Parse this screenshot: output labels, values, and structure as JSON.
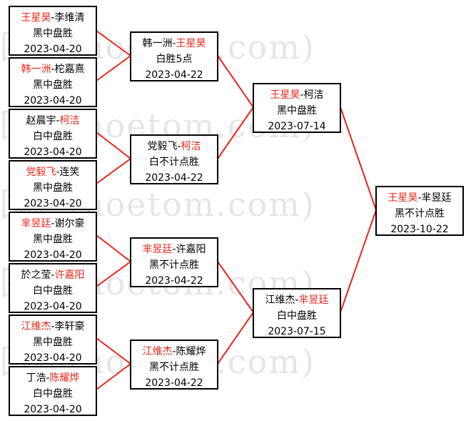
{
  "watermark": "围棋(hoetom.com)",
  "bracket": {
    "round1": [
      {
        "p1": "王星昊",
        "p2": "李维清",
        "winner": 1,
        "result": "黑中盘胜",
        "date": "2023-04-20"
      },
      {
        "p1": "韩一洲",
        "p2": "柁嘉熹",
        "winner": 1,
        "result": "黑中盘胜",
        "date": "2023-04-20"
      },
      {
        "p1": "赵晨宇",
        "p2": "柯洁",
        "winner": 2,
        "result": "白中盘胜",
        "date": "2023-04-20"
      },
      {
        "p1": "党毅飞",
        "p2": "连笑",
        "winner": 1,
        "result": "黑中盘胜",
        "date": "2023-04-20"
      },
      {
        "p1": "芈昱廷",
        "p2": "谢尔豪",
        "winner": 1,
        "result": "黑中盘胜",
        "date": "2023-04-20"
      },
      {
        "p1": "於之莹",
        "p2": "许嘉阳",
        "winner": 2,
        "result": "白中盘胜",
        "date": "2023-04-20"
      },
      {
        "p1": "江维杰",
        "p2": "李轩豪",
        "winner": 1,
        "result": "黑中盘胜",
        "date": "2023-04-20"
      },
      {
        "p1": "丁浩",
        "p2": "陈耀烨",
        "winner": 2,
        "result": "白中盘胜",
        "date": "2023-04-20"
      }
    ],
    "round2": [
      {
        "p1": "韩一洲",
        "p2": "王星昊",
        "winner": 2,
        "result": "白胜5点",
        "date": "2023-04-22"
      },
      {
        "p1": "党毅飞",
        "p2": "柯洁",
        "winner": 2,
        "result": "白不计点胜",
        "date": "2023-04-22"
      },
      {
        "p1": "芈昱廷",
        "p2": "许嘉阳",
        "winner": 1,
        "result": "黑不计点胜",
        "date": "2023-04-22"
      },
      {
        "p1": "江维杰",
        "p2": "陈耀烨",
        "winner": 1,
        "result": "黑不计点胜",
        "date": "2023-04-22"
      }
    ],
    "round3": [
      {
        "p1": "王星昊",
        "p2": "柯洁",
        "winner": 1,
        "result": "黑中盘胜",
        "date": "2023-07-14"
      },
      {
        "p1": "江维杰",
        "p2": "芈昱廷",
        "winner": 2,
        "result": "白中盘胜",
        "date": "2023-07-15"
      }
    ],
    "final": [
      {
        "p1": "王星昊",
        "p2": "芈昱廷",
        "winner": 1,
        "result": "黑不计点胜",
        "date": "2023-10-22"
      }
    ],
    "separator": "-",
    "colors": {
      "winner": "#e8271c",
      "line": "#e8271c",
      "border": "#000000"
    }
  }
}
